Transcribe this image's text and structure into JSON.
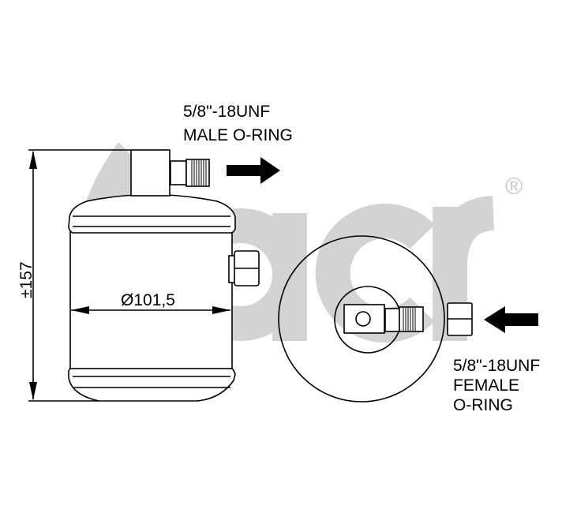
{
  "logo": {
    "text": "acr",
    "registered_mark": "®",
    "color": "#d3d3d3"
  },
  "outlet_label": {
    "line1": "5/8\"-18UNF",
    "line2": "MALE O-RING"
  },
  "inlet_label": {
    "line1": "5/8\"-18UNF",
    "line2": "FEMALE",
    "line3": "O-RING"
  },
  "dimensions": {
    "height": "±157",
    "diameter": "Ø101,5"
  }
}
